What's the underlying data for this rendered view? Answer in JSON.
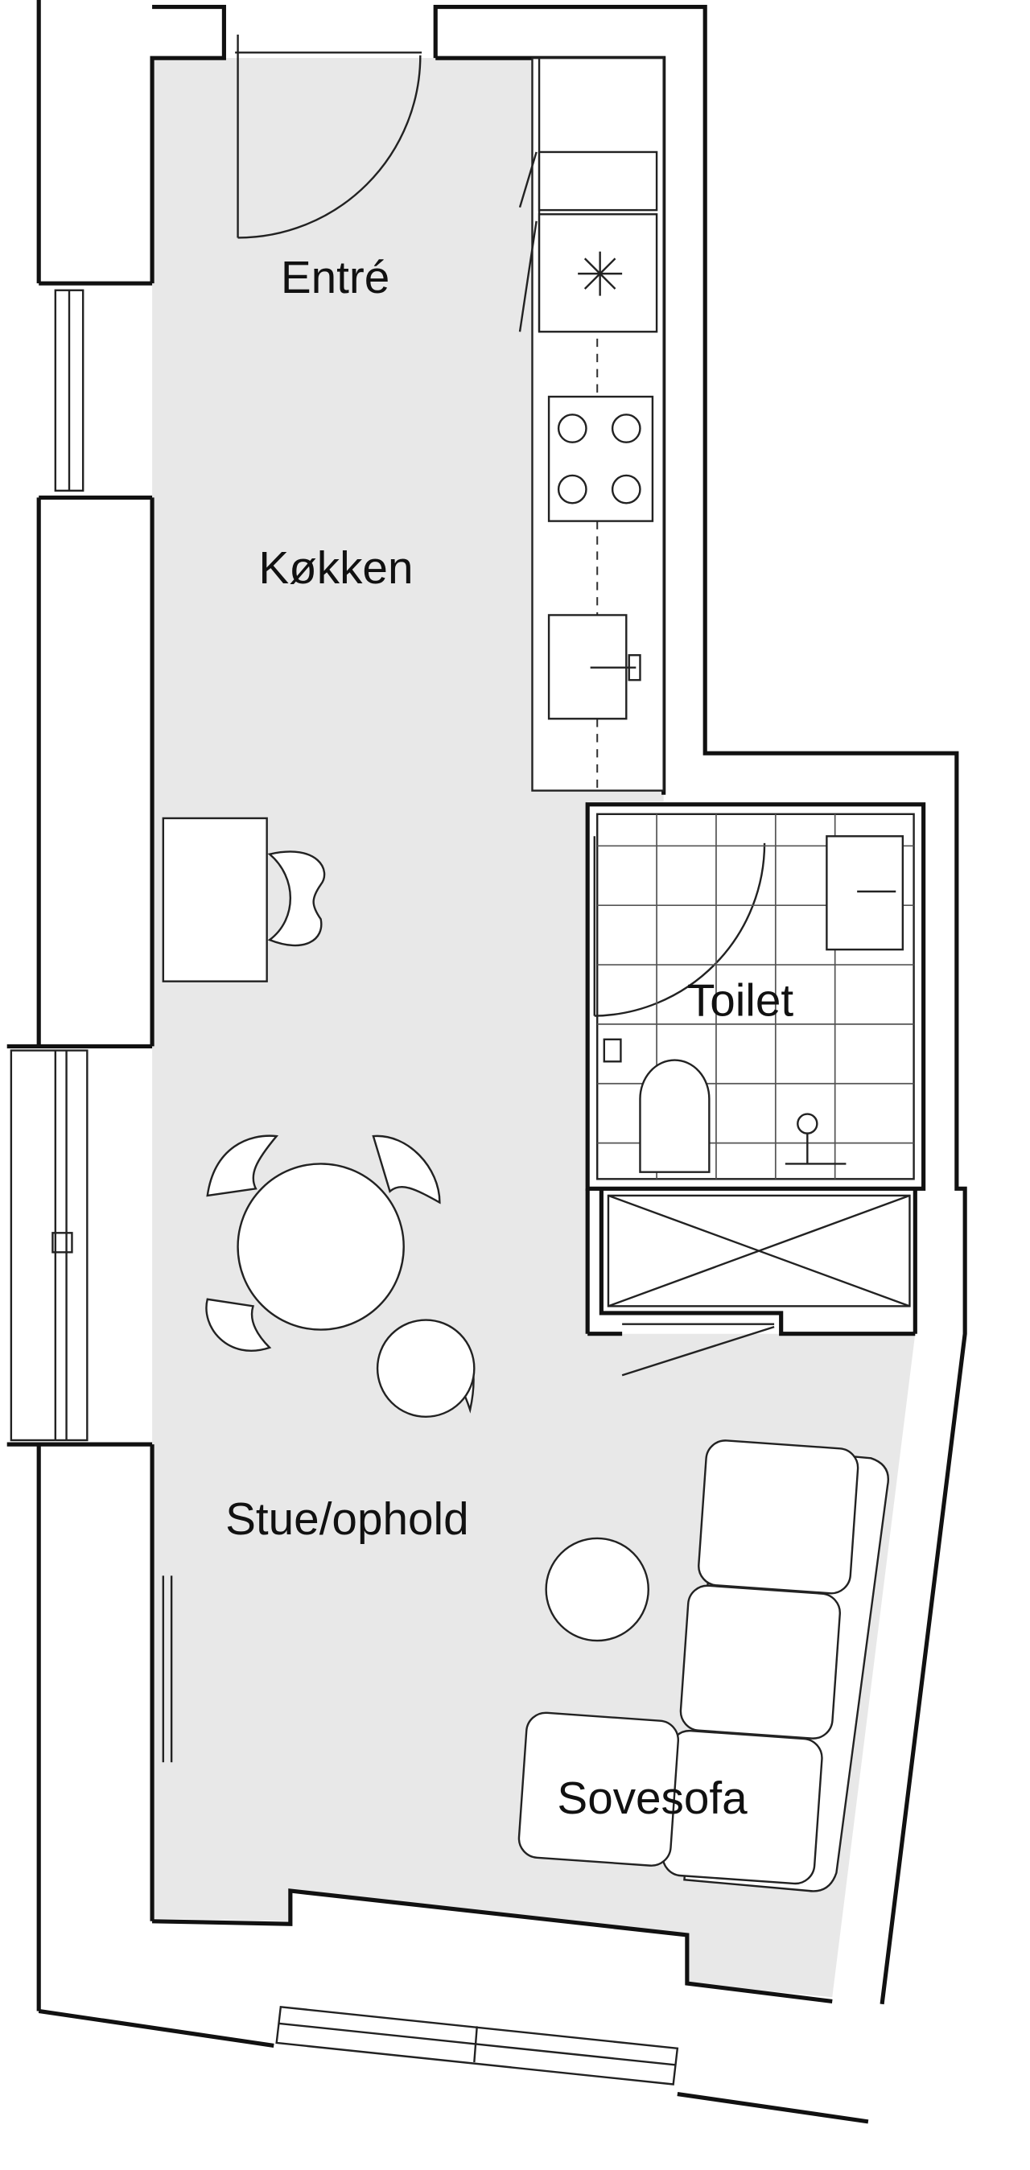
{
  "plan": {
    "rooms": {
      "entre": "Entré",
      "kitchen": "Køkken",
      "toilet": "Toilet",
      "living": "Stue/ophold",
      "sofa_bed": "Sovesofa"
    },
    "colors": {
      "floor": "#e8e8e8",
      "walls": "#111111",
      "background": "#ffffff"
    }
  }
}
